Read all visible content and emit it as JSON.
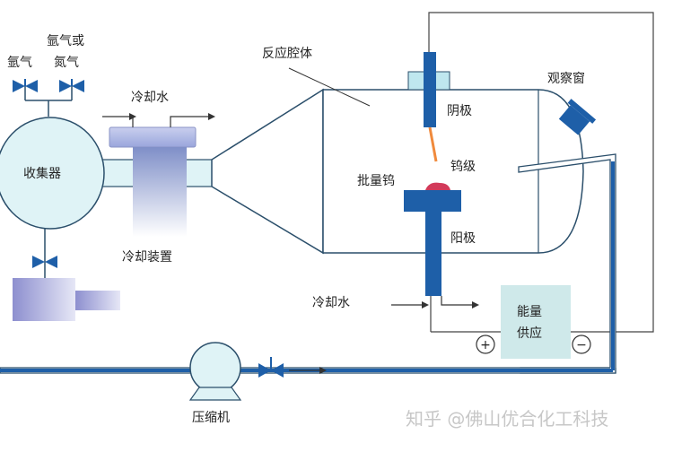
{
  "labels": {
    "argon_or": "氩气或",
    "argon": "氩气",
    "nitrogen": "氮气",
    "cooling_water_top": "冷却水",
    "reaction_chamber": "反应腔体",
    "observation_window": "观察窗",
    "collector": "收集器",
    "cathode": "阴极",
    "tungsten_electrode": "钨级",
    "bulk_tungsten": "批量钨",
    "anode": "阳极",
    "cooling_device": "冷却装置",
    "cooling_water_bottom": "冷却水",
    "power_supply_line1": "能量",
    "power_supply_line2": "供应",
    "plus": "+",
    "minus": "−",
    "compressor": "压缩机"
  },
  "watermark": "知乎 @佛山优合化工科技",
  "colors": {
    "blue_pipe": "#1e5fa8",
    "body_fill": "#dff3f6",
    "outline": "#2b4f6b",
    "hot_red": "#d23a5a",
    "orange": "#f08a3c"
  }
}
